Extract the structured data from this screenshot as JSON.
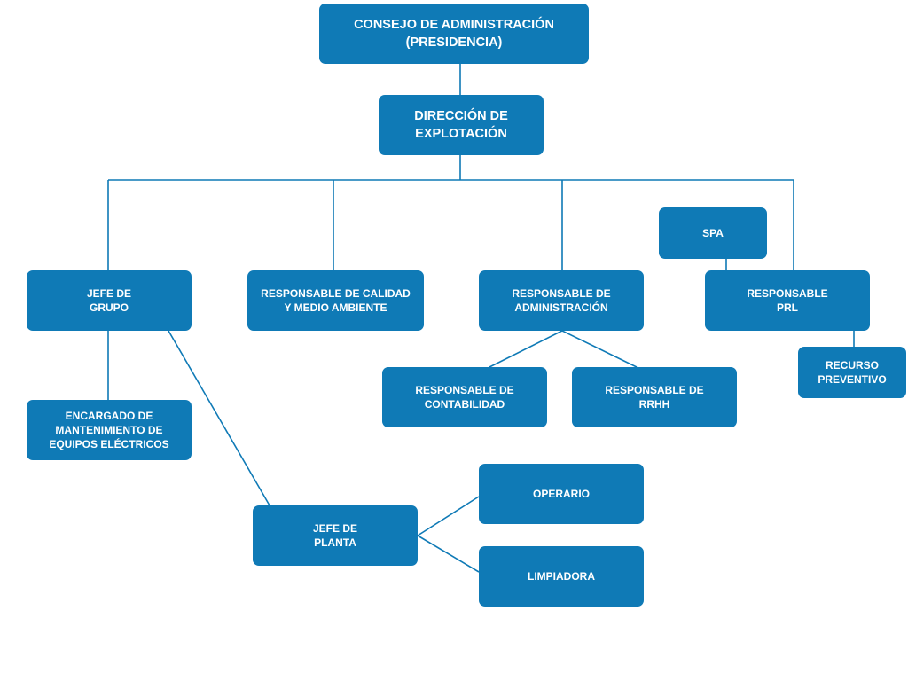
{
  "colors": {
    "node_fill": "#0f7ab6",
    "node_text": "#ffffff",
    "connector": "#0f7ab6"
  },
  "nodes": {
    "consejo": "CONSEJO DE ADMINISTRACIÓN\n(PRESIDENCIA)",
    "direccion": "DIRECCIÓN DE\nEXPLOTACIÓN",
    "jefe_grupo": "JEFE DE\nGRUPO",
    "calidad": "RESPONSABLE DE CALIDAD\nY MEDIO AMBIENTE",
    "administracion": "RESPONSABLE DE\nADMINISTRACIÓN",
    "spa": "SPA",
    "prl": "RESPONSABLE\nPRL",
    "contabilidad": "RESPONSABLE DE\nCONTABILIDAD",
    "rrhh": "RESPONSABLE DE\nRRHH",
    "recurso_preventivo": "RECURSO\nPREVENTIVO",
    "encargado": "ENCARGADO DE\nMANTENIMIENTO DE\nEQUIPOS ELÉCTRICOS",
    "jefe_planta": "JEFE DE\nPLANTA",
    "operario": "OPERARIO",
    "limpiadora": "LIMPIADORA"
  }
}
